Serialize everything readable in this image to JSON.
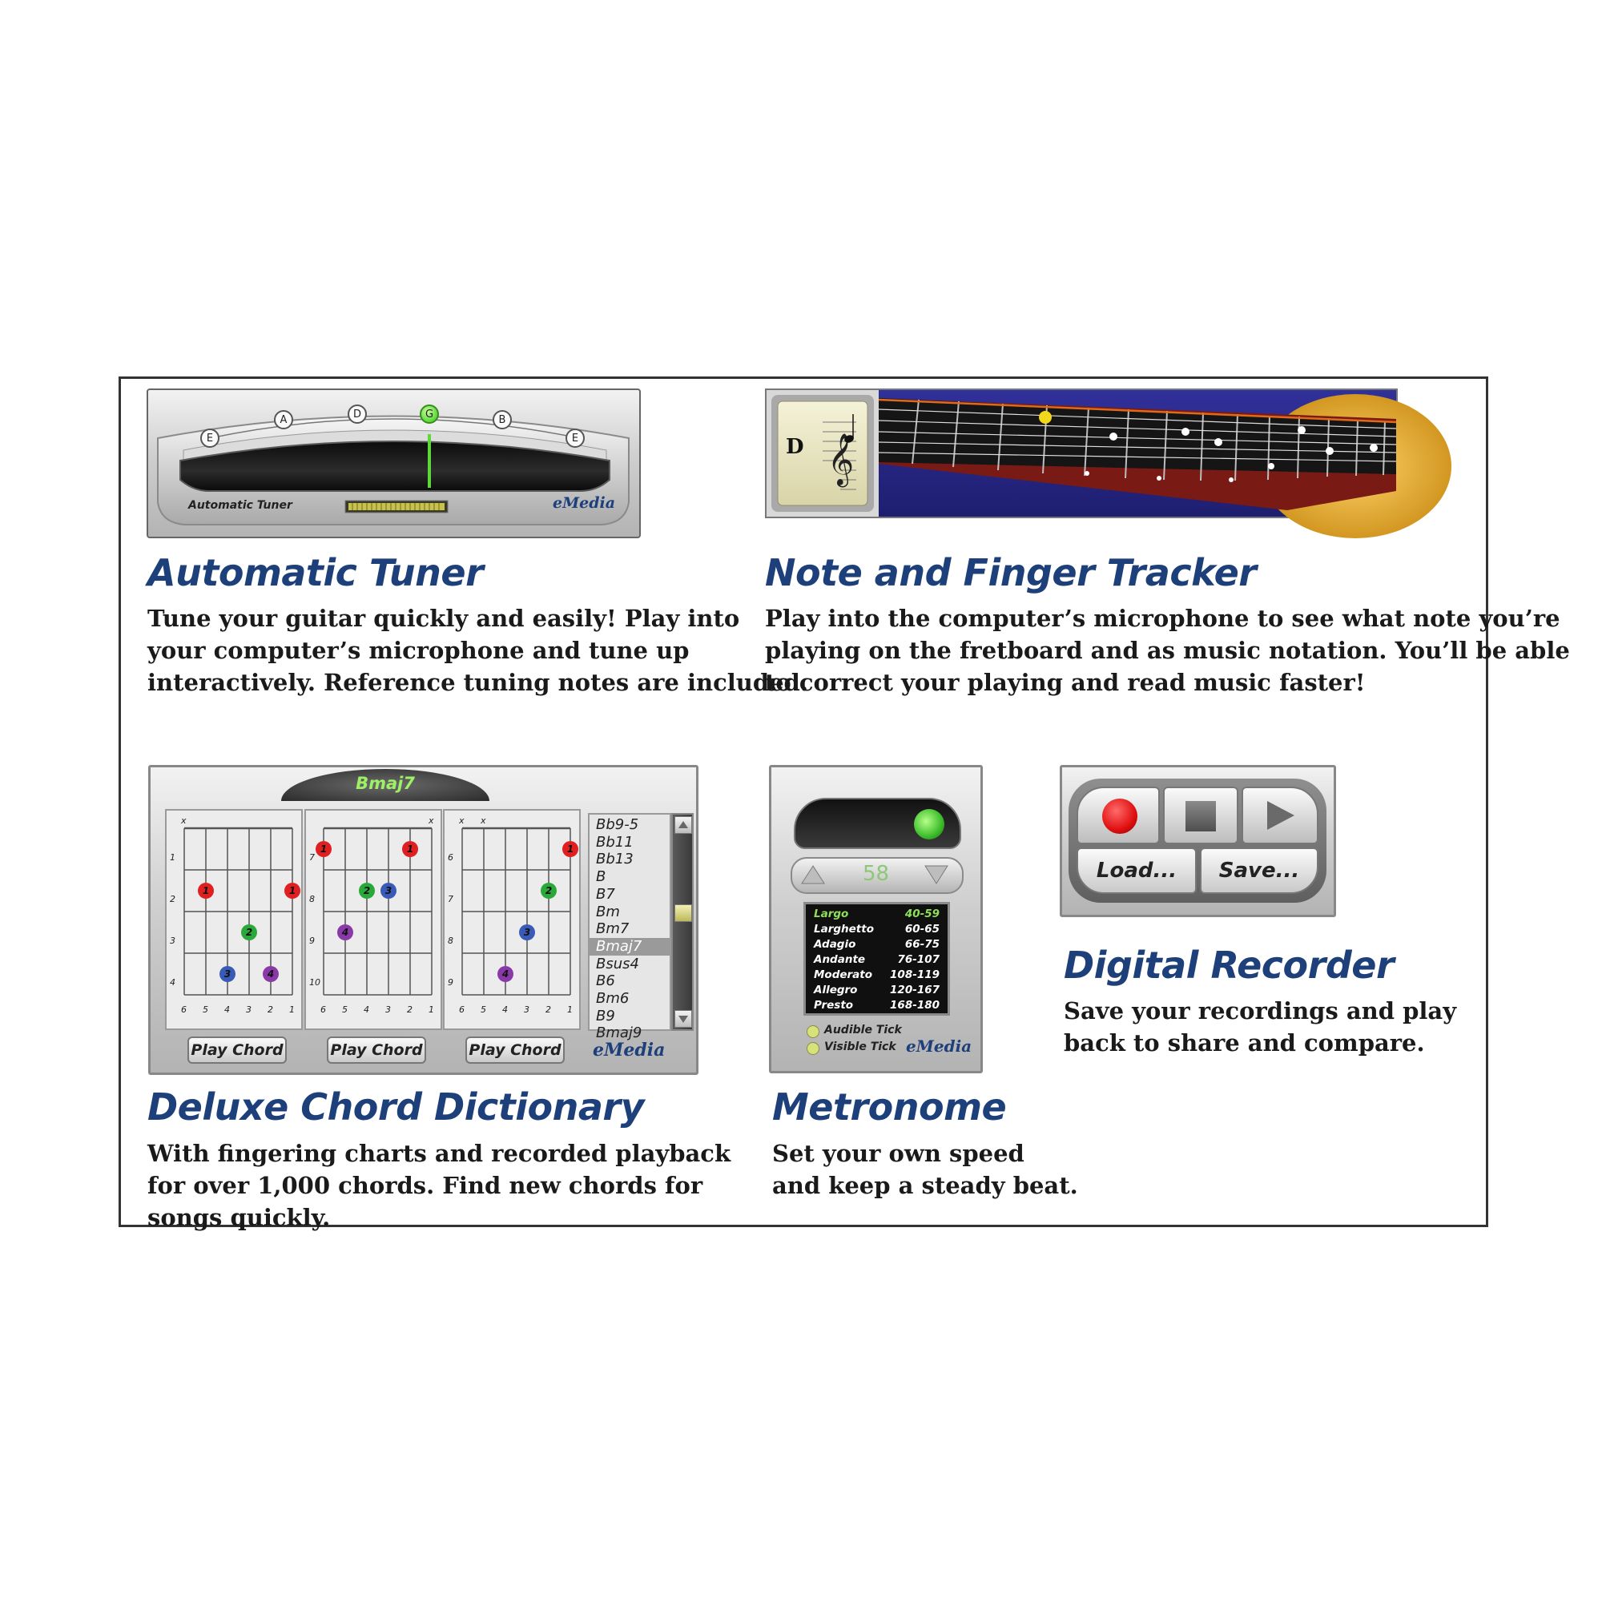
{
  "features": {
    "tuner": {
      "title": "Automatic Tuner",
      "desc_lines": [
        "Tune your guitar quickly and easily! Play into",
        "your computer’s microphone and tune up",
        "interactively. Reference tuning notes are included."
      ],
      "strings": [
        "E",
        "A",
        "D",
        "G",
        "B",
        "E"
      ],
      "panel_label": "Automatic Tuner",
      "brand": "eMedia"
    },
    "tracker": {
      "title": "Note and Finger Tracker",
      "desc_lines": [
        "Play into the computer’s microphone to see what note you’re",
        "playing on the fretboard and as music notation. You’ll be able",
        "to correct your playing and read music faster!"
      ],
      "note": "D"
    },
    "chords": {
      "title": "Deluxe Chord Dictionary",
      "desc_lines": [
        "With fingering charts and recorded playback",
        "for over 1,000 chords. Find new chords for",
        "songs quickly."
      ],
      "chord_name": "Bmaj7",
      "play_label": "Play Chord",
      "brand": "eMedia",
      "string_numbers": [
        "6",
        "5",
        "4",
        "3",
        "2",
        "1"
      ],
      "diagrams": [
        {
          "frets": [
            "1",
            "2",
            "3",
            "4"
          ],
          "mutes": [
            "x",
            "",
            "",
            "",
            "",
            ""
          ],
          "dots": [
            {
              "s": 1,
              "f": 2,
              "n": "1"
            },
            {
              "s": 5,
              "f": 2,
              "n": "1"
            },
            {
              "s": 3,
              "f": 3,
              "n": "2"
            },
            {
              "s": 2,
              "f": 4,
              "n": "3"
            },
            {
              "s": 4,
              "f": 4,
              "n": "4"
            }
          ]
        },
        {
          "frets": [
            "7",
            "8",
            "9",
            "10"
          ],
          "mutes": [
            "",
            "",
            "",
            "",
            "",
            "x"
          ],
          "dots": [
            {
              "s": 0,
              "f": 1,
              "n": "1"
            },
            {
              "s": 4,
              "f": 1,
              "n": "1"
            },
            {
              "s": 2,
              "f": 2,
              "n": "2"
            },
            {
              "s": 3,
              "f": 2,
              "n": "3"
            },
            {
              "s": 1,
              "f": 3,
              "n": "4"
            }
          ]
        },
        {
          "frets": [
            "6",
            "7",
            "8",
            "9"
          ],
          "mutes": [
            "x",
            "x",
            "",
            "",
            "",
            ""
          ],
          "dots": [
            {
              "s": 5,
              "f": 1,
              "n": "1"
            },
            {
              "s": 4,
              "f": 2,
              "n": "2"
            },
            {
              "s": 3,
              "f": 3,
              "n": "3"
            },
            {
              "s": 2,
              "f": 4,
              "n": "4"
            }
          ]
        }
      ],
      "list": [
        "Bb9-5",
        "Bb11",
        "Bb13",
        "B",
        "B7",
        "Bm",
        "Bm7",
        "Bmaj7",
        "Bsus4",
        "B6",
        "Bm6",
        "B9",
        "Bmaj9"
      ],
      "selected": "Bmaj7"
    },
    "metronome": {
      "title": "Metronome",
      "desc_lines": [
        "Set your own speed",
        "and keep a steady beat."
      ],
      "bpm": "58",
      "tempos": [
        {
          "name": "Largo",
          "range": "40-59"
        },
        {
          "name": "Larghetto",
          "range": "60-65"
        },
        {
          "name": "Adagio",
          "range": "66-75"
        },
        {
          "name": "Andante",
          "range": "76-107"
        },
        {
          "name": "Moderato",
          "range": "108-119"
        },
        {
          "name": "Allegro",
          "range": "120-167"
        },
        {
          "name": "Presto",
          "range": "168-180"
        }
      ],
      "audible": "Audible Tick",
      "visible": "Visible Tick",
      "brand": "eMedia"
    },
    "recorder": {
      "title": "Digital Recorder",
      "desc_lines": [
        "Save your recordings and play",
        "back to share and compare."
      ],
      "load": "Load...",
      "save": "Save..."
    }
  }
}
